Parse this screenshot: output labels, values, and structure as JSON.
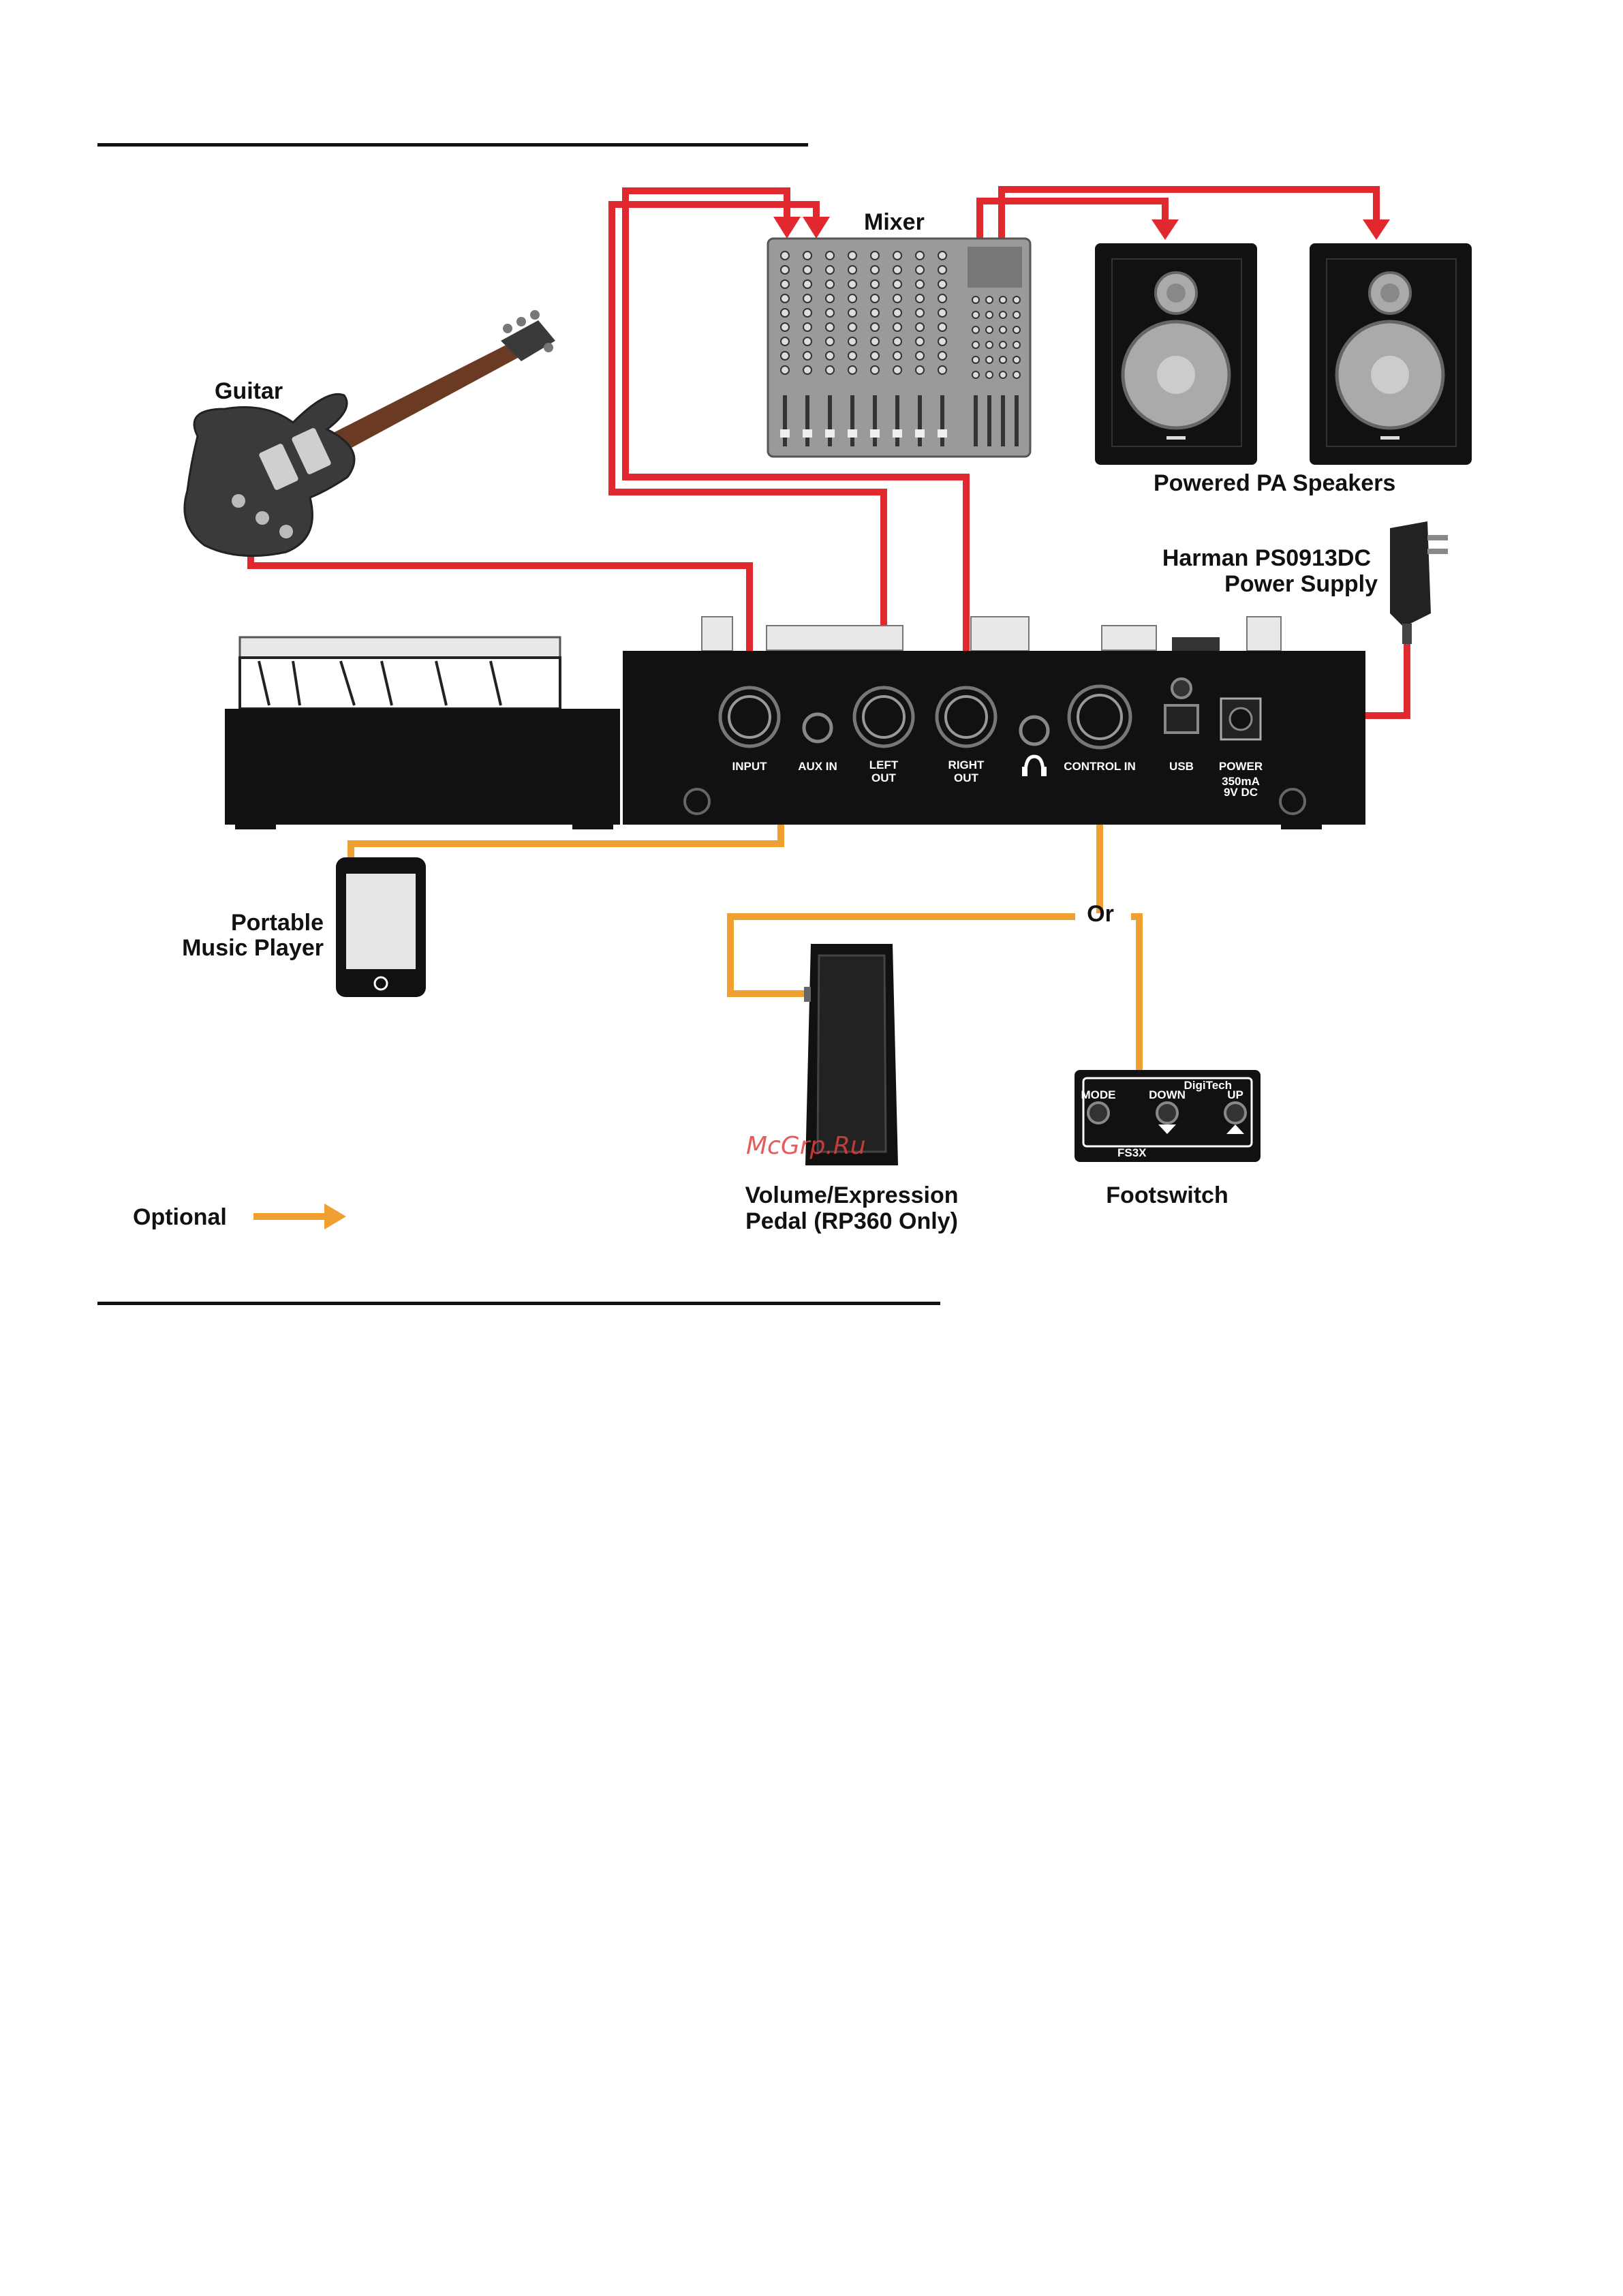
{
  "labels": {
    "guitar": "Guitar",
    "mixer": "Mixer",
    "speakers": "Powered PA Speakers",
    "power_supply_line1": "Harman PS0913DC",
    "power_supply_line2": "Power Supply",
    "portable_line1": "Portable",
    "portable_line2": "Music Player",
    "or": "Or",
    "pedal_line1": "Volume/Expression",
    "pedal_line2": "Pedal (RP360 Only)",
    "footswitch": "Footswitch",
    "optional": "Optional"
  },
  "panel_labels": {
    "input": "INPUT",
    "aux_in": "AUX IN",
    "left_out_1": "LEFT",
    "left_out_2": "OUT",
    "right_out_1": "RIGHT",
    "right_out_2": "OUT",
    "control_in": "CONTROL IN",
    "usb": "USB",
    "power": "POWER",
    "power_spec_1": "350mA",
    "power_spec_2": "9V DC"
  },
  "footswitch_unit": {
    "brand": "DigiTech",
    "model": "FS3X",
    "mode": "MODE",
    "down": "DOWN",
    "up": "UP"
  },
  "watermark": "McGrp.Ru",
  "colors": {
    "required_cable": "#e0282e",
    "optional_cable": "#f0a030",
    "device_body": "#111111",
    "mixer_body": "#9a9a9a"
  }
}
